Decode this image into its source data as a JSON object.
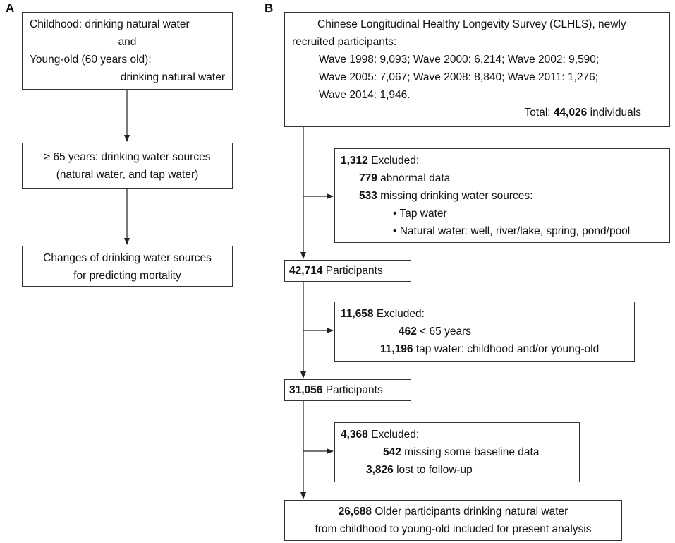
{
  "panels": {
    "a_label": "A",
    "b_label": "B"
  },
  "panel_a": {
    "box1": {
      "line1": "Childhood: drinking natural water",
      "line2": "and",
      "line3": "Young-old (60 years old):",
      "line4": "drinking natural water"
    },
    "box2": {
      "line1": "≥ 65 years: drinking water sources",
      "line2": "(natural water, and tap water)"
    },
    "box3": {
      "line1": "Changes of drinking water sources",
      "line2": "for predicting mortality"
    }
  },
  "panel_b": {
    "survey": {
      "line1": "Chinese Longitudinal Healthy Longevity Survey (CLHLS), newly",
      "line2": "recruited participants:",
      "line3": "Wave 1998: 9,093;  Wave 2000: 6,214;  Wave 2002: 9,590;",
      "line4": "Wave 2005: 7,067;  Wave 2008: 8,840;  Wave 2011: 1,276;",
      "line5": "Wave 2014: 1,946.",
      "total_prefix": "Total: ",
      "total_value": "44,026",
      "total_suffix": " individuals"
    },
    "excl1": {
      "count": "1,312",
      "label": " Excluded:",
      "r1_count": "779",
      "r1_text": " abnormal data",
      "r2_count": "533",
      "r2_text": " missing drinking water sources:",
      "b1": "• Tap water",
      "b2": "• Natural water: well, river/lake, spring, pond/pool"
    },
    "part1": {
      "count": "42,714",
      "label": " Participants"
    },
    "excl2": {
      "count": "11,658",
      "label": " Excluded:",
      "r1_count": "462",
      "r1_text": " < 65 years",
      "r2_count": "11,196",
      "r2_text": " tap water: childhood and/or young-old"
    },
    "part2": {
      "count": "31,056",
      "label": " Participants"
    },
    "excl3": {
      "count": "4,368",
      "label": " Excluded:",
      "r1_count": "542",
      "r1_text": " missing some baseline data",
      "r2_count": "3,826",
      "r2_text": " lost to follow-up"
    },
    "final": {
      "count": "26,688",
      "line1_text": " Older participants drinking natural water",
      "line2": "from childhood to young-old included for present analysis"
    }
  }
}
